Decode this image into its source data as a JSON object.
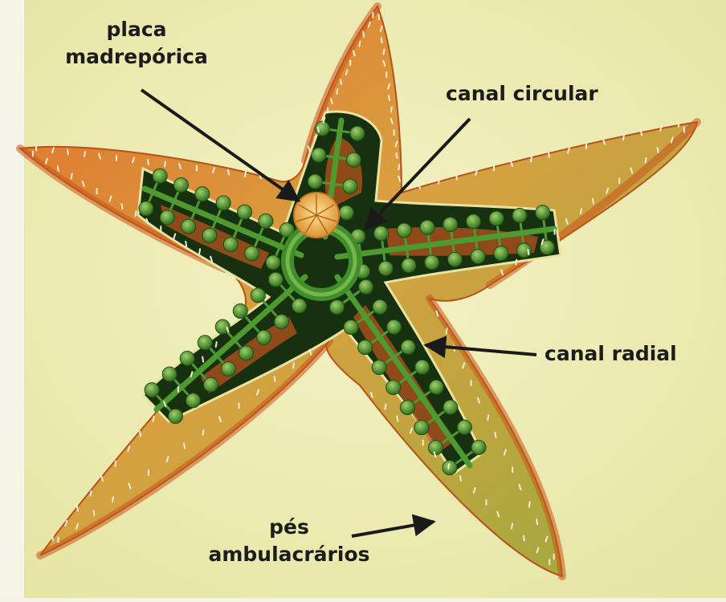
{
  "labels": {
    "madreporic_line1": "placa",
    "madreporic_line2": "madrepórica",
    "circular_canal": "canal circular",
    "radial_canal": "canal radial",
    "tube_feet_line1": "pés",
    "tube_feet_line2": "ambulacrários"
  },
  "colors": {
    "background": "#efeeb6",
    "skin_orange": "#d9641f",
    "skin_yellow": "#d8c24a",
    "skin_green": "#8aa23a",
    "canal_green": "#3f8e2a",
    "interior_dark": "#142a10",
    "madreporite": "#f0b050",
    "arrow": "#1a1a1a"
  }
}
